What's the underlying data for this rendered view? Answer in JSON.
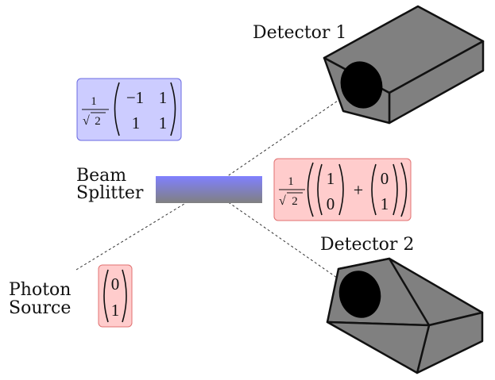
{
  "labels": {
    "detector1": "Detector 1",
    "detector2": "Detector 2",
    "splitter_line1": "Beam",
    "splitter_line2": "Splitter",
    "source_line1": "Photon",
    "source_line2": "Source"
  },
  "matrix_hadamard": {
    "coefficient_num": "1",
    "coefficient_den": "2",
    "radical": "√",
    "rows": [
      [
        "−1",
        "1"
      ],
      [
        "1",
        "1"
      ]
    ]
  },
  "state_superposition": {
    "coefficient_num": "1",
    "coefficient_den": "2",
    "radical": "√",
    "vector_a": [
      "1",
      "0"
    ],
    "operator": "+",
    "vector_b": [
      "0",
      "1"
    ]
  },
  "state_source": {
    "vector": [
      "0",
      "1"
    ]
  },
  "colors": {
    "blue_fill": "#ccccff",
    "blue_stroke": "#6a6ae0",
    "red_fill": "#ffcccc",
    "red_stroke": "#e07070",
    "detector_body": "#808080",
    "detector_outline": "#111111",
    "lens": "#000000",
    "splitter_top": "#8080ff",
    "splitter_bottom": "#808080"
  }
}
